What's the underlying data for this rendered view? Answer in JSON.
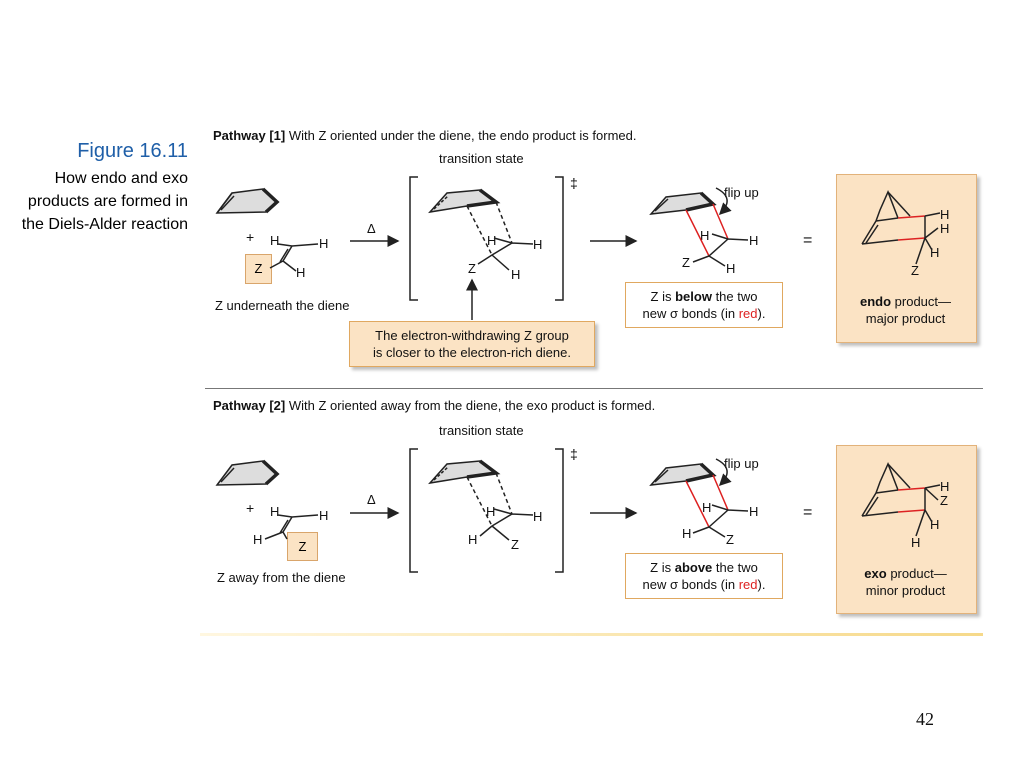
{
  "caption": {
    "figure_label": "Figure 16.11",
    "description": "How endo and exo products are formed in the Diels-Alder reaction"
  },
  "pathway1": {
    "label": "Pathway [1]",
    "text": "With Z oriented under the diene, the endo product is formed.",
    "ts_label": "transition state",
    "dagger": "‡",
    "reactant_note": "Z underneath the diene",
    "callout": [
      "The electron-withdrawing Z group",
      "is closer to the electron-rich diene."
    ],
    "flip": "flip up",
    "position_prefix": "Z is",
    "position_word": "below",
    "position_suffix": "the two",
    "bonds_prefix": "new σ bonds (in",
    "bonds_red": "red",
    "bonds_suffix": ").",
    "product_bold": "endo",
    "product_rest": "product—",
    "product_line2": "major product"
  },
  "pathway2": {
    "label": "Pathway [2]",
    "text": "With Z oriented away from the diene, the exo product is formed.",
    "ts_label": "transition state",
    "dagger": "‡",
    "reactant_note": "Z away from the diene",
    "flip": "flip up",
    "position_prefix": "Z is",
    "position_word": "above",
    "position_suffix": "the two",
    "bonds_prefix": "new σ bonds (in",
    "bonds_red": "red",
    "bonds_suffix": ").",
    "product_bold": "exo",
    "product_rest": "product—",
    "product_line2": "minor product"
  },
  "symbols": {
    "plus": "+",
    "delta": "Δ",
    "equals": "=",
    "H": "H",
    "Z": "Z"
  },
  "page_number": "42",
  "colors": {
    "figure_title": "#1f5fa8",
    "highlight_box": "#fbe3c4",
    "new_bonds": "#d22222"
  }
}
